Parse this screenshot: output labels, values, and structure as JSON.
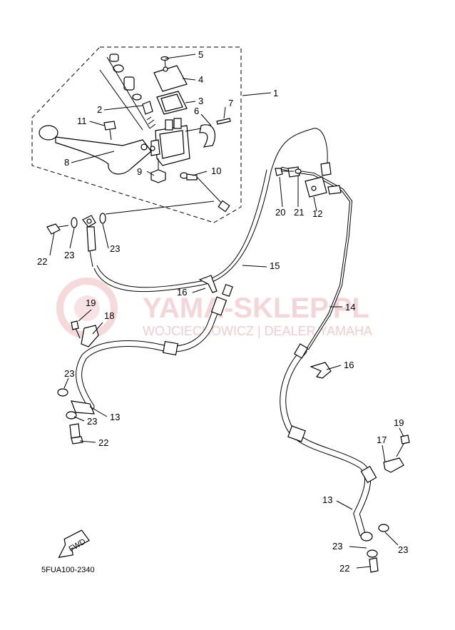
{
  "watermark": {
    "title": "YAMA-SKLEP.PL",
    "subtitle": "WOJCIECHOWICZ | DEALER YAMAHA"
  },
  "callouts": {
    "c1": "1",
    "c2": "2",
    "c3": "3",
    "c4": "4",
    "c5": "5",
    "c6": "6",
    "c7": "7",
    "c8": "8",
    "c9": "9",
    "c10": "10",
    "c11": "11",
    "c12": "12",
    "c13a": "13",
    "c13b": "13",
    "c14": "14",
    "c15": "15",
    "c16a": "16",
    "c16b": "16",
    "c17": "17",
    "c18": "18",
    "c19a": "19",
    "c19b": "19",
    "c20": "20",
    "c21": "21",
    "c22a": "22",
    "c22b": "22",
    "c22c": "22",
    "c23a": "23",
    "c23b": "23",
    "c23c": "23",
    "c23d": "23",
    "c23e": "23",
    "c23f": "23"
  },
  "fwd_label": "FWD",
  "diagram_code": "5FUA100-2340",
  "colors": {
    "ink": "#000000",
    "watermark": "#f2c9cc"
  }
}
